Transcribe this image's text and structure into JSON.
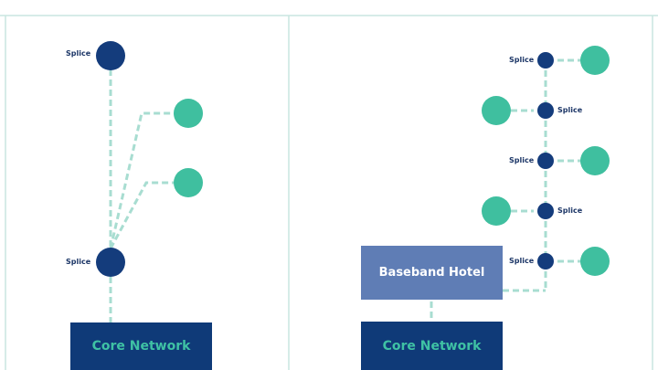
{
  "colors": {
    "frame": "#c9e6e0",
    "dashed_link": "#a8ddd1",
    "splice_node": "#143c7c",
    "endpoint_node": "#3fbf9f",
    "core_box": "#0f3a78",
    "core_text": "#3fc2a4",
    "baseband_box": "#5f7db5",
    "baseband_text": "#ffffff"
  },
  "left": {
    "splice_top_label": "Splice",
    "splice_bottom_label": "Splice",
    "core_label": "Core Network"
  },
  "right": {
    "splice_labels": [
      "Splice",
      "Splice",
      "Splice",
      "Splice",
      "Splice"
    ],
    "baseband_label": "Baseband Hotel",
    "core_label": "Core Network"
  }
}
